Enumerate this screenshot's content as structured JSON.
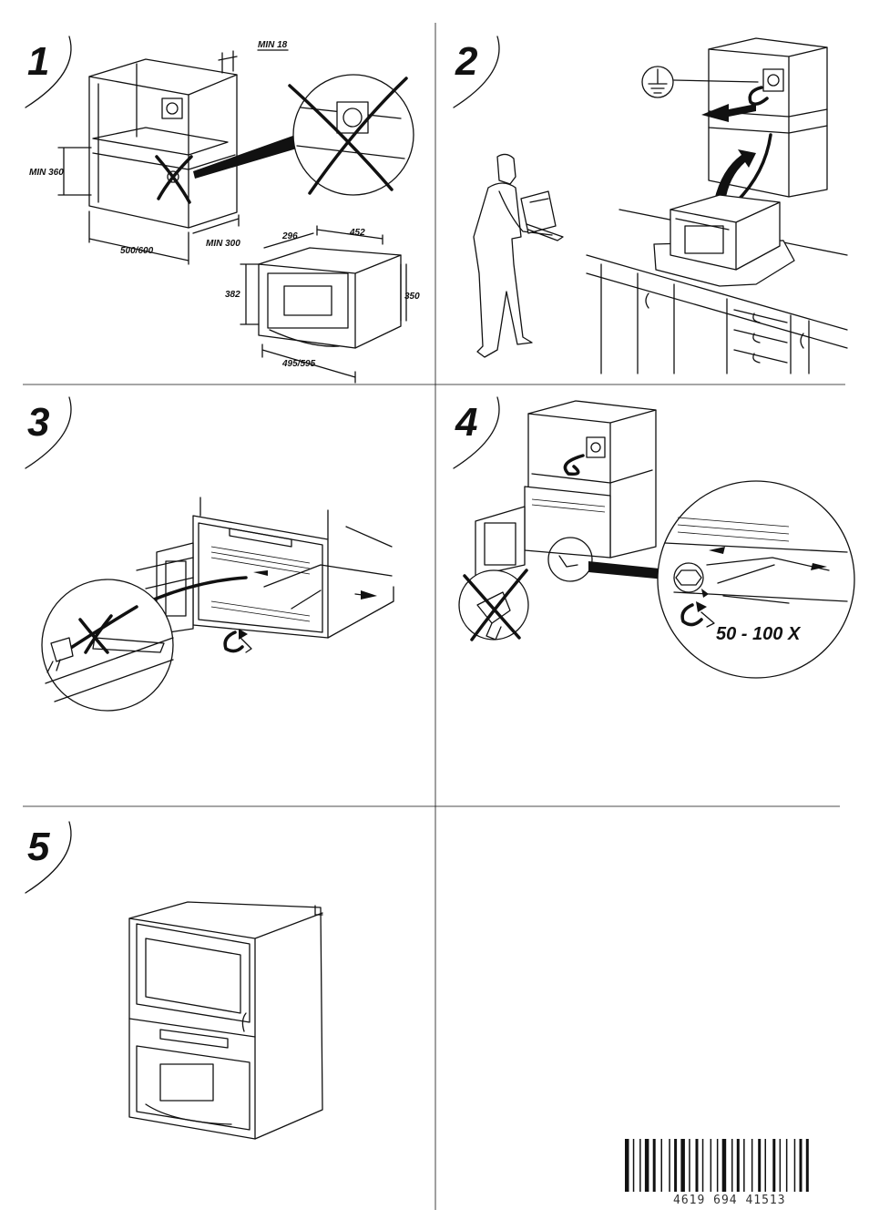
{
  "steps": [
    {
      "number": "1"
    },
    {
      "number": "2"
    },
    {
      "number": "3"
    },
    {
      "number": "4"
    },
    {
      "number": "5"
    }
  ],
  "step1": {
    "dim_min18": "MIN 18",
    "dim_min360": "MIN 360",
    "dim_500_600": "500/600",
    "dim_min300": "MIN 300",
    "dim_296": "296",
    "dim_452": "452",
    "dim_382": "382",
    "dim_350": "350",
    "dim_495_595": "495/595"
  },
  "step4": {
    "turns_label": "50 - 100 X"
  },
  "barcode": {
    "number": "4619 694 41513"
  }
}
